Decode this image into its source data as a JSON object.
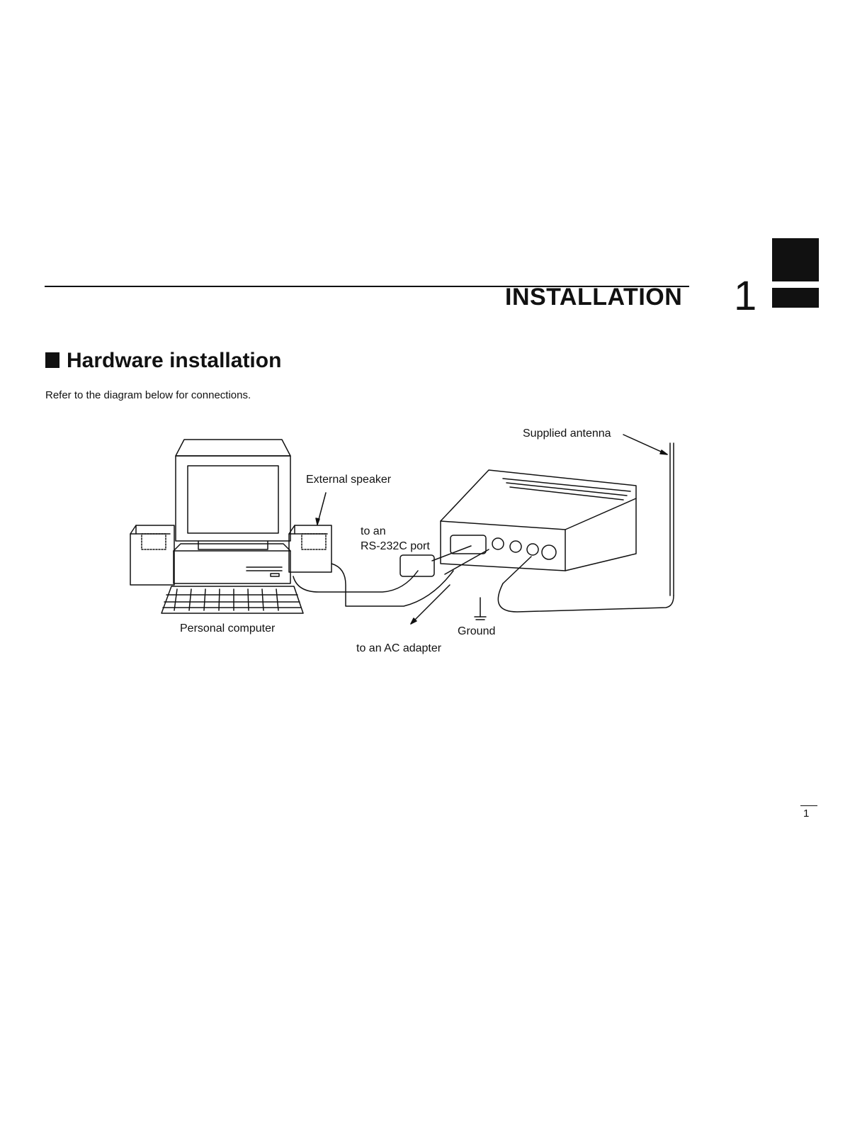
{
  "header": {
    "chapter_title": "INSTALLATION",
    "chapter_number": "1"
  },
  "section": {
    "heading": "Hardware installation",
    "intro": "Refer to the diagram below for connections."
  },
  "diagram": {
    "labels": {
      "supplied_antenna": "Supplied antenna",
      "external_speaker": "External speaker",
      "rs232_line1": "to an",
      "rs232_line2": "RS-232C port",
      "personal_computer": "Personal computer",
      "ground": "Ground",
      "ac_adapter": "to an AC adapter"
    }
  },
  "footer": {
    "page_number": "1"
  }
}
